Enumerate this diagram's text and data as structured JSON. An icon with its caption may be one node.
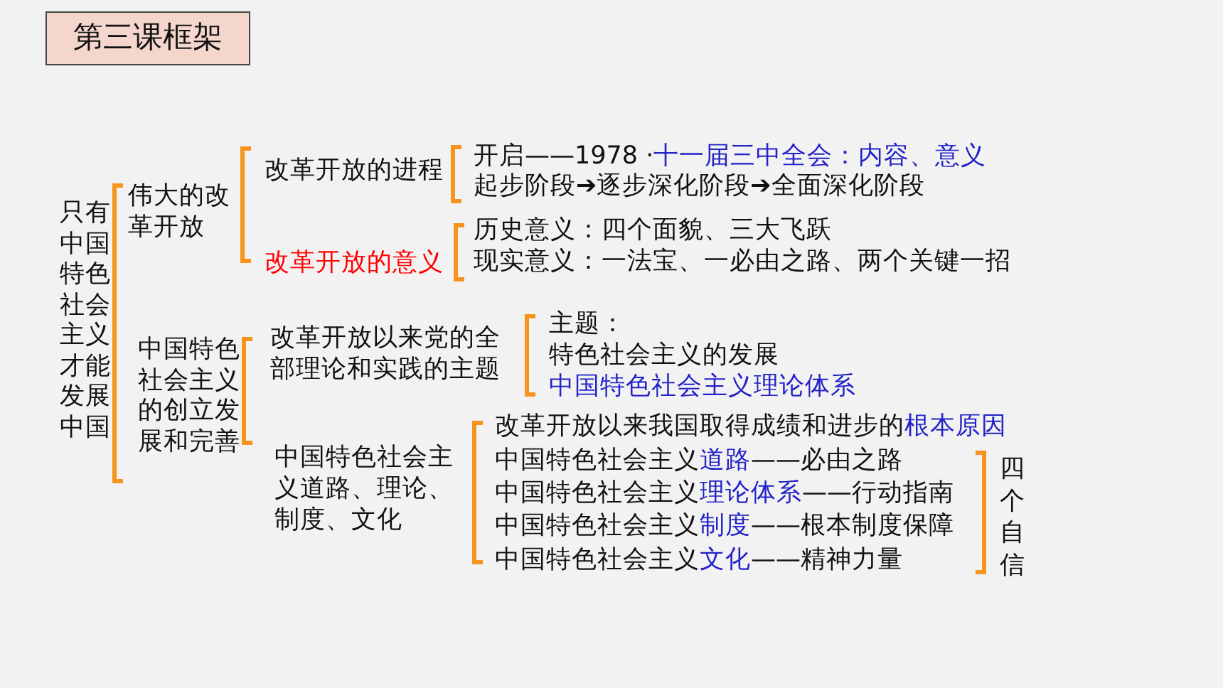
{
  "diagram": {
    "nodes": [
      {
        "text": [
          "第三课框架"
        ]
      }
    ],
    "labels": [
      "只有中国特色社会主义才能发展中国",
      "伟大的改革开放",
      "改革开放的进程",
      "开启——1978 ·",
      "十一届三中全会：内容、意义",
      "起步阶段➔逐步深化阶段➔全面深化阶段",
      "改革开放的意义",
      "历史意义：四个面貌、三大飞跃",
      "现实意义：一法宝、一必由之路、两个关键一招",
      "中国特色社会主义的创立发展和完善",
      "改革开放以来党的全部理论和实践的主题",
      "主题：",
      "特色社会主义的发展",
      "中国特色社会主义理论体系",
      "改革开放以来我国取得成绩和进步的",
      "根本原因",
      "中国特色社会主义道路、理论、制度、文化",
      "中国特色社会主义",
      "道路",
      "——必由之路",
      "中国特色社会主义",
      "理论体系",
      "——行动指南",
      "中国特色社会主义",
      "制度",
      "——根本制度保障",
      "中国特色社会主义",
      "文化",
      "——精神力量",
      "四个自信"
    ]
  }
}
